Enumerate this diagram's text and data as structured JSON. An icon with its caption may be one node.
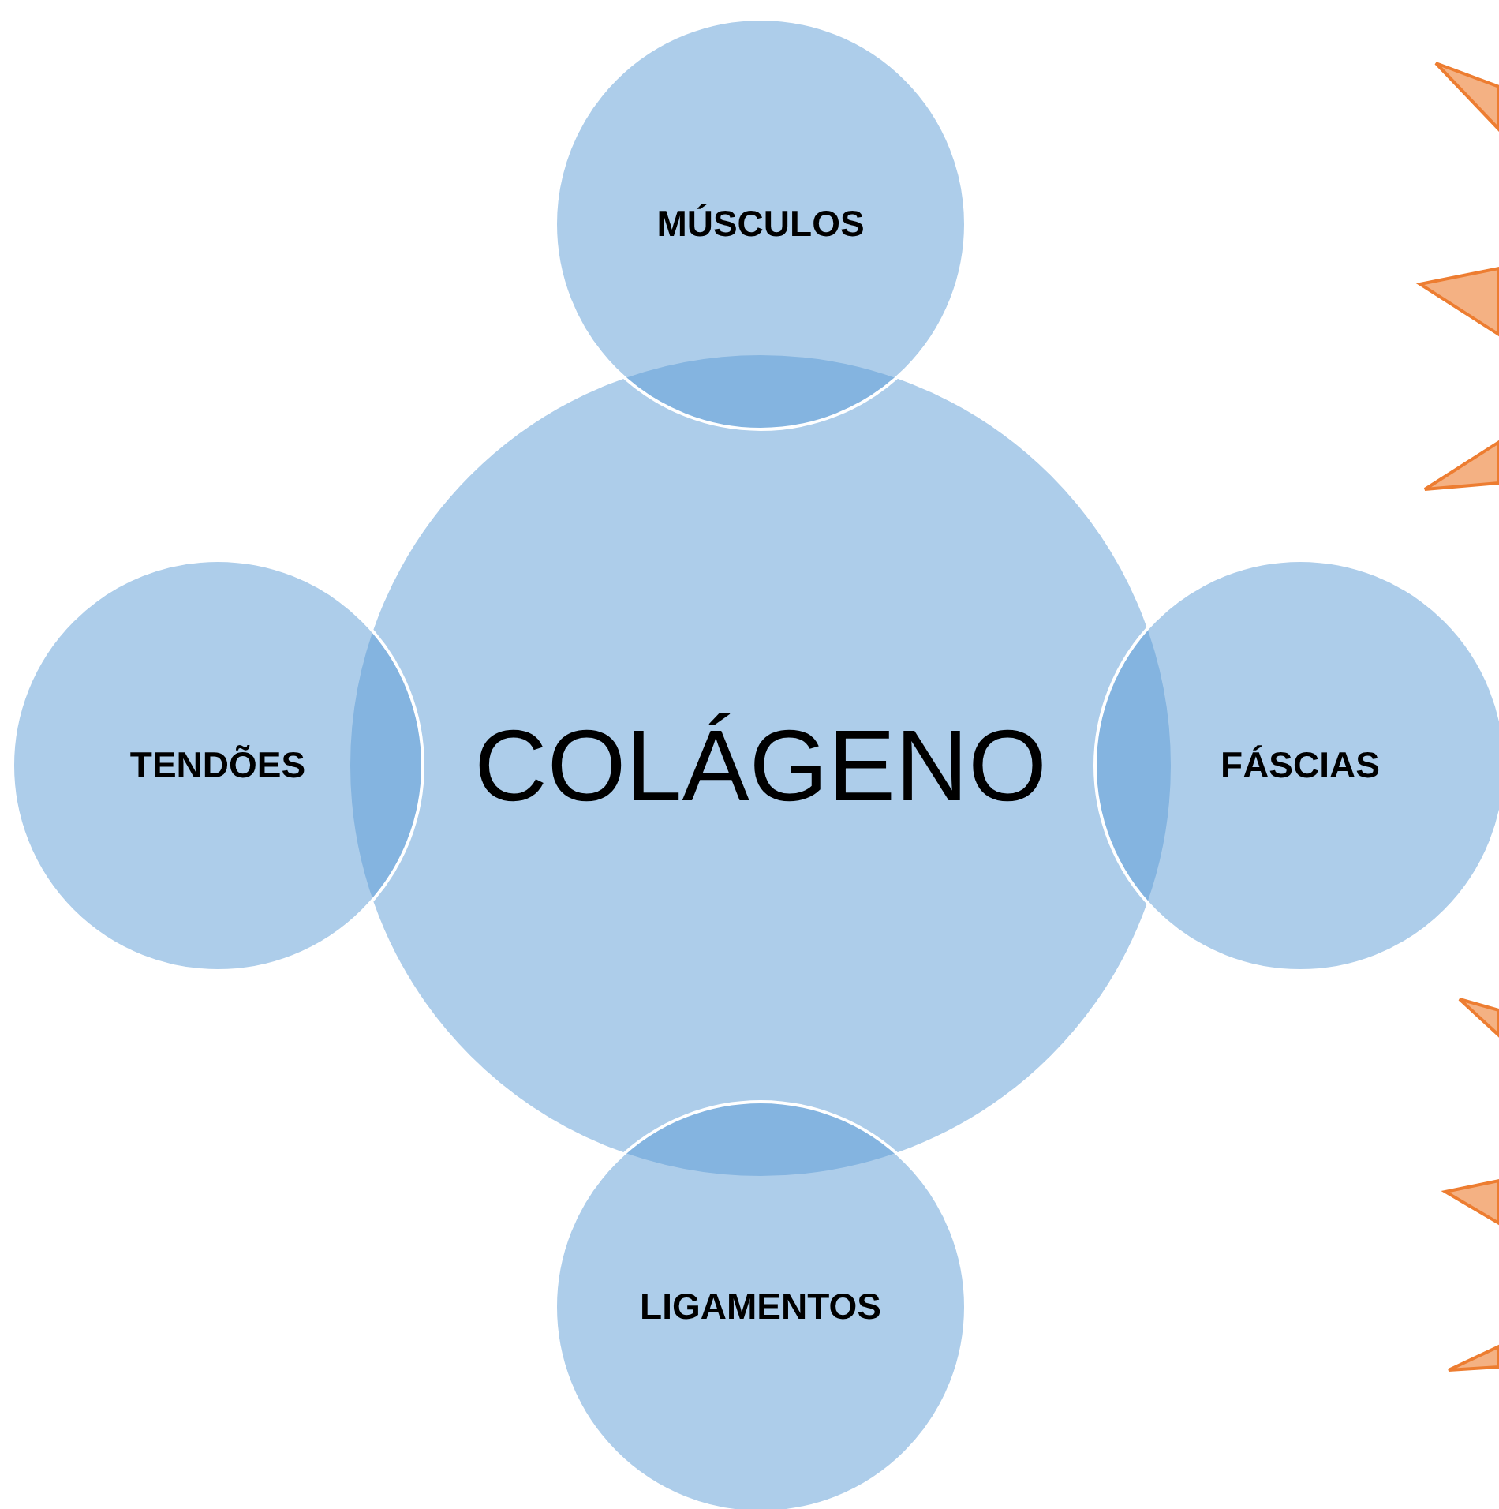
{
  "diagram": {
    "nodes": [
      {
        "text": [
          "MÚSCULOS"
        ]
      },
      {
        "text": [
          "TENDÕES"
        ]
      },
      {
        "text": [
          "COLÁGENO"
        ]
      },
      {
        "text": [
          "FÁSCIAS"
        ]
      },
      {
        "text": [
          "LIGAMENTOS"
        ]
      }
    ]
  }
}
